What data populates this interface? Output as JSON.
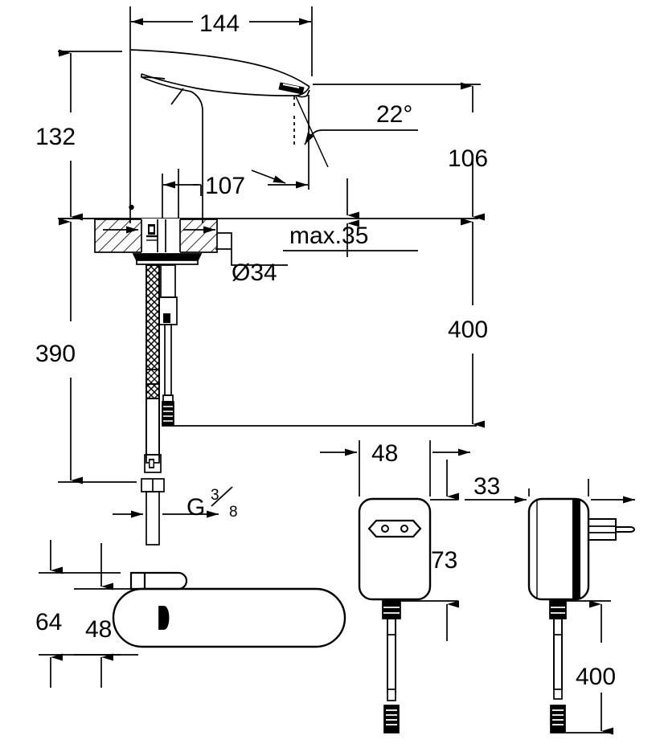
{
  "drawing": {
    "title": "GROHE electronic basin mixer installation dimension drawing",
    "units": "mm",
    "line_color": "#000000",
    "background_color": "#ffffff"
  },
  "views": [
    {
      "id": "front-elevation",
      "name": "Faucet front elevation with mounting and flexible hoses"
    },
    {
      "id": "top-view",
      "name": "Faucet top view (plan)"
    },
    {
      "id": "power-supply-front",
      "name": "Power supply front view"
    },
    {
      "id": "power-supply-side",
      "name": "Power supply side view with mains plug"
    }
  ],
  "dimensions": {
    "spout_reach": "144",
    "spout_height": "132",
    "sensor_offset": "107",
    "outlet_angle": "22°",
    "outlet_to_basin": "106",
    "deck_thickness": "max.35",
    "hole_diameter": "Ø34",
    "hose_length": "390",
    "total_from_outlet": "400",
    "thread": "G",
    "thread_num": "3",
    "thread_den": "8",
    "top_width": "64",
    "top_body_width": "48",
    "psu_width": "48",
    "psu_height": "73",
    "psu_depth": "33",
    "psu_cable": "400"
  }
}
